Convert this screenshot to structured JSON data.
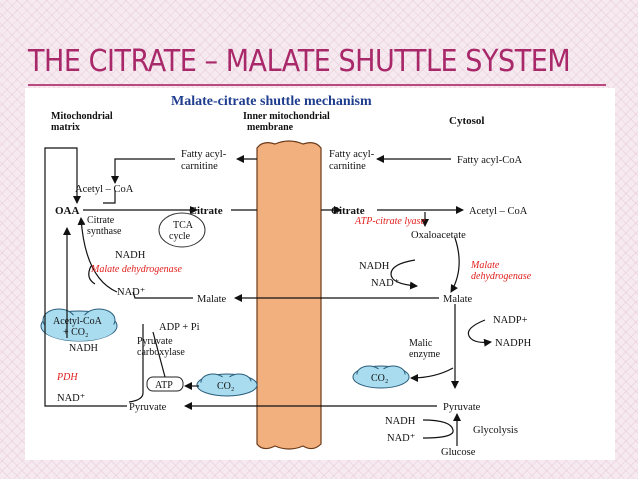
{
  "slide": {
    "title": "THE CITRATE – MALATE SHUTTLE SYSTEM",
    "title_color": "#a8286a",
    "background_color": "#f6e9ef"
  },
  "diagram": {
    "heading": "Malate-citrate shuttle mechanism",
    "heading_color": "#1f3d8f",
    "accent_red": "#e0201e",
    "cloud_color": "#a9dcef",
    "membrane_color": "#f2b07e",
    "regions": {
      "matrix": [
        "Mitochondrial",
        "matrix"
      ],
      "membrane": [
        "Inner mitochondrial",
        "membrane"
      ],
      "cytosol": "Cytosol"
    },
    "matrix": {
      "fatty_acyl_carnitine": [
        "Fatty acyl-",
        "carnitine"
      ],
      "acetyl_coa": "Acetyl – CoA",
      "oaa": "OAA",
      "citrate": "Citrate",
      "citrate_synthase": [
        "Citrate",
        "synthase"
      ],
      "tca_cycle": [
        "TCA",
        "cycle"
      ],
      "nadh": "NADH",
      "malate_dh": "Malate dehydrogenase",
      "nad_plus": "NAD⁺",
      "malate": "Malate",
      "acetyl_coa_co2": [
        "Acetyl-CoA",
        "+ CO₂"
      ],
      "nadh_pdh": "NADH",
      "adp_pi": "ADP + Pi",
      "pyruvate_carboxylase": [
        "Pyruvate",
        "carboxylase"
      ],
      "pdh": "PDH",
      "atp": "ATP",
      "co2": "CO₂",
      "nad_plus_pdh": "NAD⁺",
      "pyruvate": "Pyruvate"
    },
    "cytosol": {
      "fatty_acyl_carnitine": [
        "Fatty acyl-",
        "carnitine"
      ],
      "fatty_acyl_coa": "Fatty acyl-CoA",
      "citrate": "Citrate",
      "atp_citrate_lyase": "ATP-citrate lyase",
      "acetyl_coa": "Acetyl – CoA",
      "oxaloacetate": "Oxaloacetate",
      "nadh": "NADH",
      "nad_plus": "NAD⁺",
      "malate_dh": [
        "Malate",
        "dehydrogenase"
      ],
      "malate": "Malate",
      "nadp_plus": "NADP+",
      "nadph": "NADPH",
      "malic_enzyme": [
        "Malic",
        "enzyme"
      ],
      "co2": "CO₂",
      "pyruvate": "Pyruvate",
      "nadh_glyc": "NADH",
      "nad_plus_glyc": "NAD⁺",
      "glycolysis": "Glycolysis",
      "glucose": "Glucose"
    }
  }
}
